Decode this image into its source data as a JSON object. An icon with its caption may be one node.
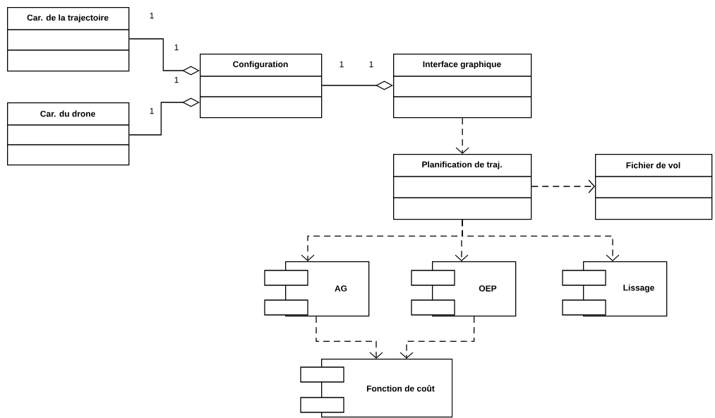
{
  "diagram": {
    "nodes": [
      {
        "text": [
          "Car. de la trajectoire"
        ]
      },
      {
        "text": [
          "Configuration"
        ]
      },
      {
        "text": [
          "Car. du drone"
        ]
      },
      {
        "text": [
          "Interface graphique"
        ]
      },
      {
        "text": [
          "Planification de traj."
        ]
      },
      {
        "text": [
          "Fichier de vol"
        ]
      },
      {
        "text": [
          "AG"
        ]
      },
      {
        "text": [
          "OEP"
        ]
      },
      {
        "text": [
          "Lissage"
        ]
      },
      {
        "text": [
          "Fonction de coût"
        ]
      }
    ],
    "edges": [
      {
        "from": 0,
        "to": 1,
        "arrow": "other"
      },
      {
        "from": 2,
        "to": 1,
        "arrow": "other"
      },
      {
        "from": 1,
        "to": 3,
        "arrow": "other"
      },
      {
        "from": 3,
        "to": 4,
        "arrow": "to",
        "style": "dashed"
      },
      {
        "from": 4,
        "to": 5,
        "arrow": "to",
        "style": "dashed"
      },
      {
        "from": 4,
        "to": 6,
        "arrow": "to",
        "style": "dashed"
      },
      {
        "from": 4,
        "to": 7,
        "arrow": "to",
        "style": "dashed"
      },
      {
        "from": 4,
        "to": 8,
        "arrow": "to",
        "style": "dashed"
      },
      {
        "from": 6,
        "to": 9,
        "arrow": "to",
        "style": "dashed"
      },
      {
        "from": 7,
        "to": 9,
        "arrow": "to",
        "style": "dashed"
      }
    ],
    "labels": [
      "1",
      "1",
      "1",
      "1",
      "1",
      "1"
    ]
  }
}
